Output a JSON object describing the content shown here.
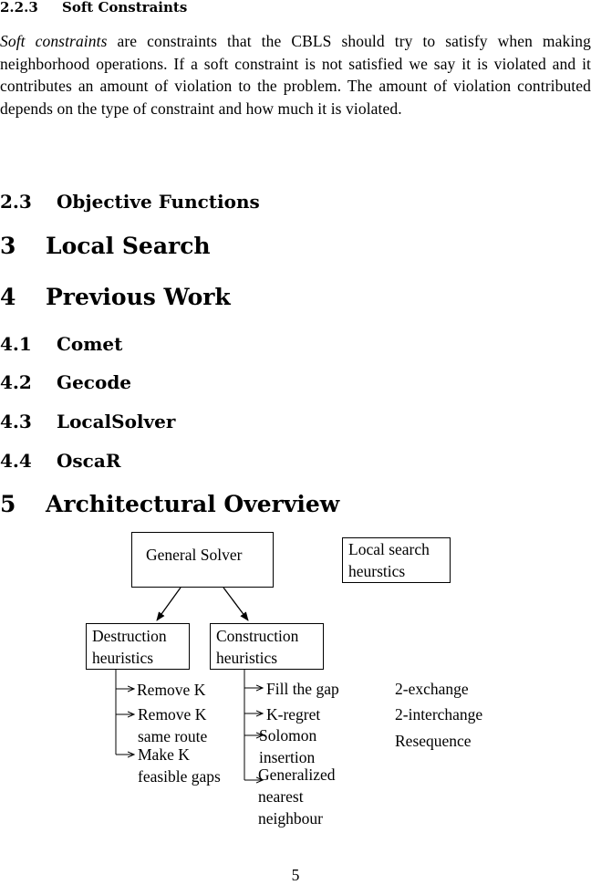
{
  "section_223": {
    "number": "2.2.3",
    "title": "Soft Constraints",
    "para_italic": "Soft constraints",
    "para_rest": " are constraints that the CBLS should try to satisfy when making neighborhood operations. If a soft constraint is not satisfied we say it is violated and it contributes an amount of violation to the problem. The amount of violation contributed depends on the type of constraint and how much it is violated."
  },
  "headings": [
    {
      "number": "2.3",
      "title": "Objective Functions"
    },
    {
      "number": "3",
      "title": "Local Search"
    },
    {
      "number": "4",
      "title": "Previous Work"
    },
    {
      "number": "4.1",
      "title": "Comet"
    },
    {
      "number": "4.2",
      "title": "Gecode"
    },
    {
      "number": "4.3",
      "title": "LocalSolver"
    },
    {
      "number": "4.4",
      "title": "OscaR"
    },
    {
      "number": "5",
      "title": "Architectural Overview"
    }
  ],
  "diagram": {
    "general_solver": "General Solver",
    "local_search_line1": "Local search",
    "local_search_line2": "heurstics",
    "destruction_line1": "Destruction",
    "destruction_line2": "heuristics",
    "construction_line1": "Construction",
    "construction_line2": "heuristics",
    "destruction_items": [
      {
        "line1": "Remove K",
        "line2": ""
      },
      {
        "line1": "Remove K",
        "line2": "same route"
      },
      {
        "line1": "Make K",
        "line2": "feasible gaps"
      }
    ],
    "construction_items": [
      {
        "line1": "Fill the gap"
      },
      {
        "line1": "K-regret"
      },
      {
        "line1": "Solomon",
        "line2": "insertion"
      },
      {
        "line1": "Generalized",
        "line2": "nearest",
        "line3": "neighbour"
      }
    ],
    "local_search_items": [
      "2-exchange",
      "2-interchange",
      "Resequence"
    ]
  },
  "page_number": "5"
}
